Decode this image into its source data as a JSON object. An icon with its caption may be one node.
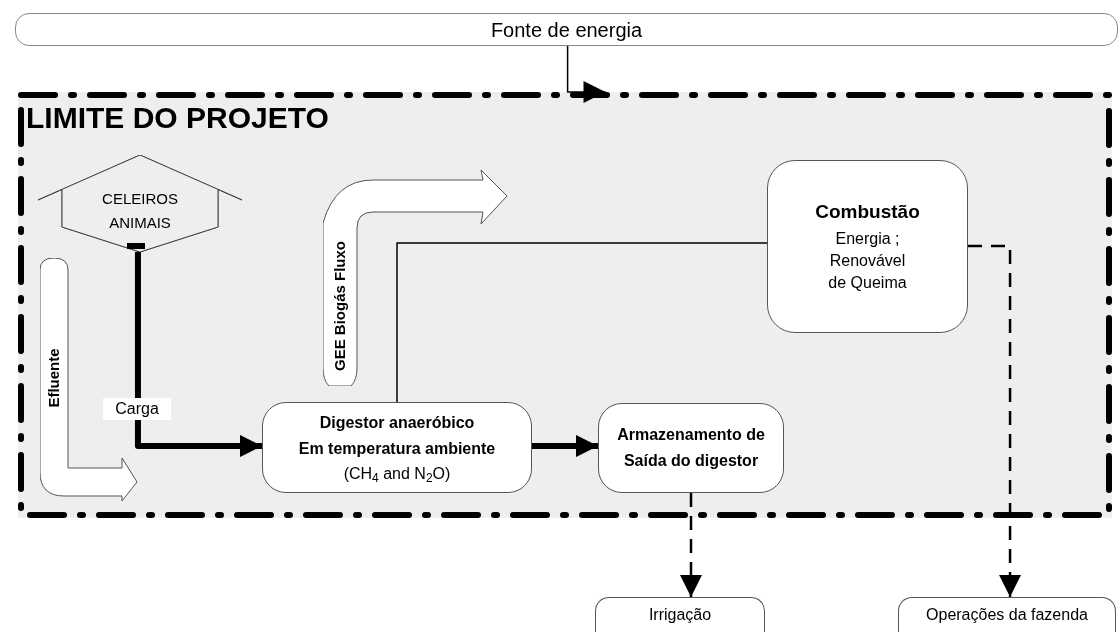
{
  "diagram": {
    "nodes": [
      {
        "text": [
          "Fonte de energia"
        ]
      },
      {
        "text": [
          "LIMITE DO PROJETO"
        ]
      },
      {
        "text": [
          "CELEIROS ANIMAIS"
        ],
        "in": 1
      },
      {
        "text": [
          "Efluente"
        ],
        "in": 1
      },
      {
        "text": [
          "GEE Biogás Fluxo"
        ],
        "in": 1
      },
      {
        "text": [
          "Digestor anaeróbico",
          "Em temperatura ambiente",
          "(CH$_{4}$ and N$_{2}$O)"
        ],
        "in": 1
      },
      {
        "text": [
          "Armazenamento de Saída do digestor"
        ],
        "in": 1
      },
      {
        "text": [
          "Combustão",
          "Energia ; Renovável de Queima"
        ],
        "in": 1
      },
      {
        "text": [
          "Irrigação"
        ]
      },
      {
        "text": [
          "Operações da fazenda"
        ]
      }
    ],
    "edges": [
      {
        "from": 0,
        "to": 1,
        "arrow": "to"
      },
      {
        "from": 2,
        "to": 5,
        "arrow": "to",
        "label": "Carga",
        "style": "thick"
      },
      {
        "from": 5,
        "to": 6,
        "arrow": "to",
        "style": "thick"
      },
      {
        "from": 5,
        "to": 7,
        "arrow": "none"
      },
      {
        "from": 6,
        "to": 8,
        "arrow": "to",
        "style": "dashed"
      },
      {
        "from": 7,
        "to": 9,
        "arrow": "to",
        "style": "dashed"
      }
    ]
  }
}
